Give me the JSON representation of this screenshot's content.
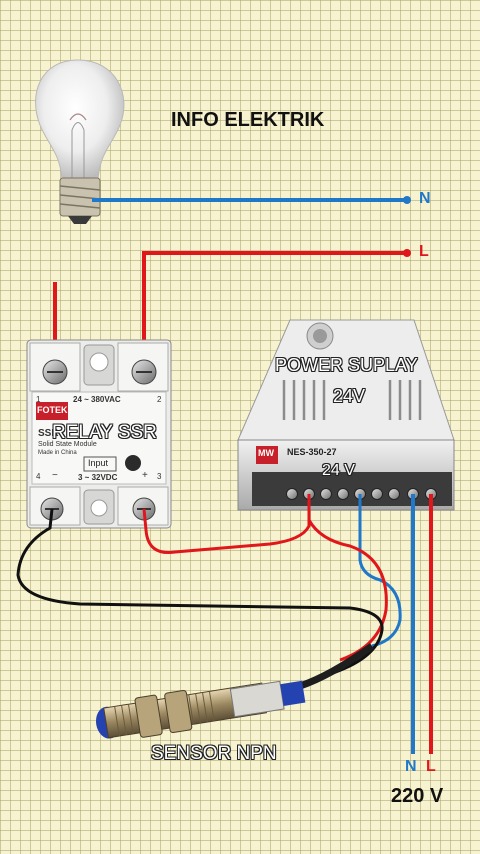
{
  "title": "INFO ELEKTRIK",
  "lamp": {
    "icon": "light-bulb-icon"
  },
  "wires": {
    "neutral_label": "N",
    "line_label": "L",
    "neutral_color": "#1f78c8",
    "line_color": "#e0161b",
    "signal_color": "#111111"
  },
  "relay": {
    "label": "RELAY SSR",
    "brand": "FOTEK",
    "brand_sub": "SSR",
    "ac_range": "24 ~ 380VAC",
    "ac_pin_left": "1",
    "ac_pin_right": "2",
    "module_text": "Solid State Module",
    "origin_text": "Made in China",
    "input_label": "Input",
    "dc_range": "3 ~ 32VDC",
    "pin_minus": "4",
    "pin_minus_sign": "−",
    "pin_plus_sign": "+",
    "pin_plus": "3"
  },
  "power_supply": {
    "label": "POWER SUPLAY",
    "voltage_label": "24V",
    "model": "NES-350-27",
    "brand": "MW",
    "terminal_voltage": "24 V"
  },
  "sensor": {
    "label": "SENSOR NPN",
    "icon": "proximity-sensor-icon"
  },
  "mains": {
    "n_label": "N",
    "l_label": "L",
    "voltage": "220 V"
  }
}
